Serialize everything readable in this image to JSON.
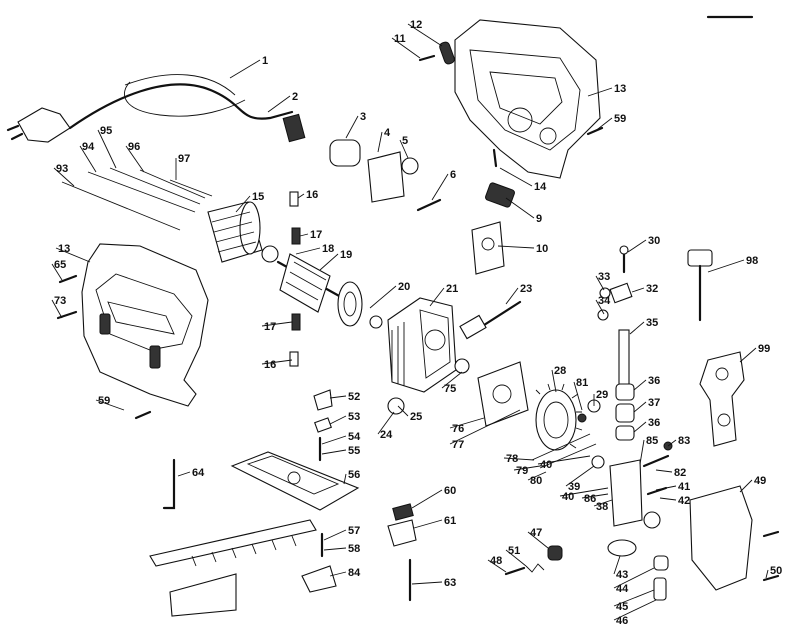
{
  "diagram": {
    "part_labels": [
      "1",
      "2",
      "3",
      "4",
      "5",
      "6",
      "9",
      "10",
      "11",
      "12",
      "13",
      "13",
      "14",
      "15",
      "16",
      "16",
      "17",
      "17",
      "18",
      "19",
      "20",
      "21",
      "23",
      "24",
      "25",
      "28",
      "29",
      "30",
      "32",
      "33",
      "34",
      "35",
      "36",
      "36",
      "37",
      "38",
      "39",
      "40",
      "40",
      "41",
      "42",
      "43",
      "44",
      "45",
      "46",
      "47",
      "48",
      "49",
      "50",
      "51",
      "52",
      "53",
      "54",
      "55",
      "56",
      "57",
      "58",
      "59",
      "59",
      "60",
      "61",
      "63",
      "64",
      "65",
      "73",
      "75",
      "76",
      "77",
      "78",
      "79",
      "80",
      "81",
      "82",
      "83",
      "84",
      "85",
      "86",
      "93",
      "94",
      "95",
      "96",
      "97",
      "98",
      "99"
    ]
  }
}
